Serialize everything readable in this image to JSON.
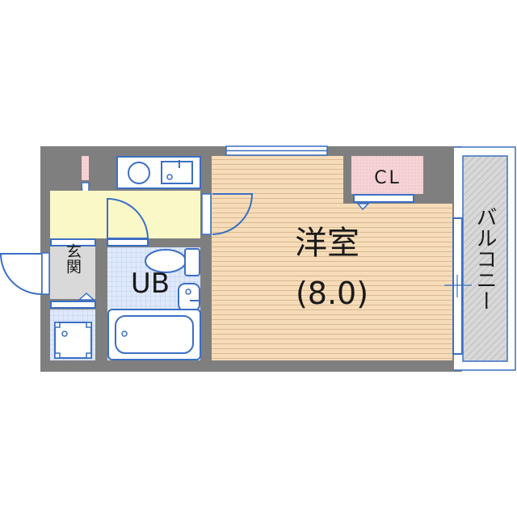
{
  "floorplan": {
    "rooms": {
      "western_room": {
        "name": "洋室",
        "size": "(8.0)"
      },
      "closet": {
        "name": "CL"
      },
      "unit_bath": {
        "name": "UB"
      },
      "entrance": {
        "name": "玄関"
      },
      "balcony": {
        "name": "バルコニー"
      }
    },
    "colors": {
      "wall": "#7f7f7f",
      "fixture_line": "#3a6fc4",
      "wood_floor": "#f6dcb8",
      "wood_line": "#d9b990",
      "hallway": "#fbf8c8",
      "closet": "#f6d3d6",
      "tile": "#dfe9fb",
      "entrance": "#d9d9d9",
      "balcony": "#d4d4d4"
    }
  }
}
